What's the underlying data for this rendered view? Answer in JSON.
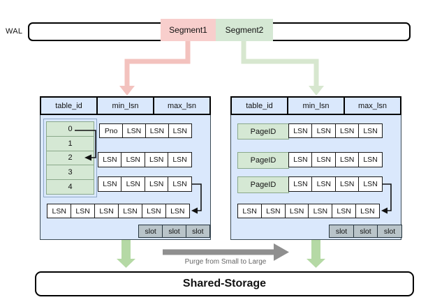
{
  "wal": {
    "label": "WAL",
    "segments": [
      {
        "label": "Segment1"
      },
      {
        "label": "Segment2"
      }
    ]
  },
  "left_table": {
    "headers": [
      "table_id",
      "min_lsn",
      "max_lsn"
    ],
    "id_list": [
      "0",
      "1",
      "2",
      "3",
      "4"
    ],
    "row1": [
      "Pno",
      "LSN",
      "LSN",
      "LSN"
    ],
    "row2": [
      "LSN",
      "LSN",
      "LSN",
      "LSN"
    ],
    "row3": [
      "LSN",
      "LSN",
      "LSN",
      "LSN"
    ],
    "row4": [
      "LSN",
      "LSN",
      "LSN",
      "LSN",
      "LSN",
      "LSN"
    ],
    "slots": [
      "slot",
      "slot",
      "slot"
    ]
  },
  "right_table": {
    "headers": [
      "table_id",
      "min_lsn",
      "max_lsn"
    ],
    "row1_id": "PageID",
    "row1": [
      "LSN",
      "LSN",
      "LSN",
      "LSN"
    ],
    "row2_id": "PageID",
    "row2": [
      "LSN",
      "LSN",
      "LSN",
      "LSN"
    ],
    "row3_id": "PageID",
    "row3": [
      "LSN",
      "LSN",
      "LSN",
      "LSN"
    ],
    "row4": [
      "LSN",
      "LSN",
      "LSN",
      "LSN",
      "LSN",
      "LSN"
    ],
    "slots": [
      "slot",
      "slot",
      "slot"
    ]
  },
  "purge_arrow_label": "Purge from Small to Large",
  "storage": {
    "label": "Shared-Storage"
  },
  "colors": {
    "segment1": "#f8cecc",
    "segment2": "#d5e8d4",
    "table_fill": "#dae8fc",
    "green_cell": "#d5e8d4",
    "slot_fill": "#b9c4c9",
    "arrow_pink": "#f3c2be",
    "arrow_green_light": "#d7e7cf",
    "arrow_green": "#b5d9a5",
    "arrow_gray": "#8f8f8f"
  }
}
